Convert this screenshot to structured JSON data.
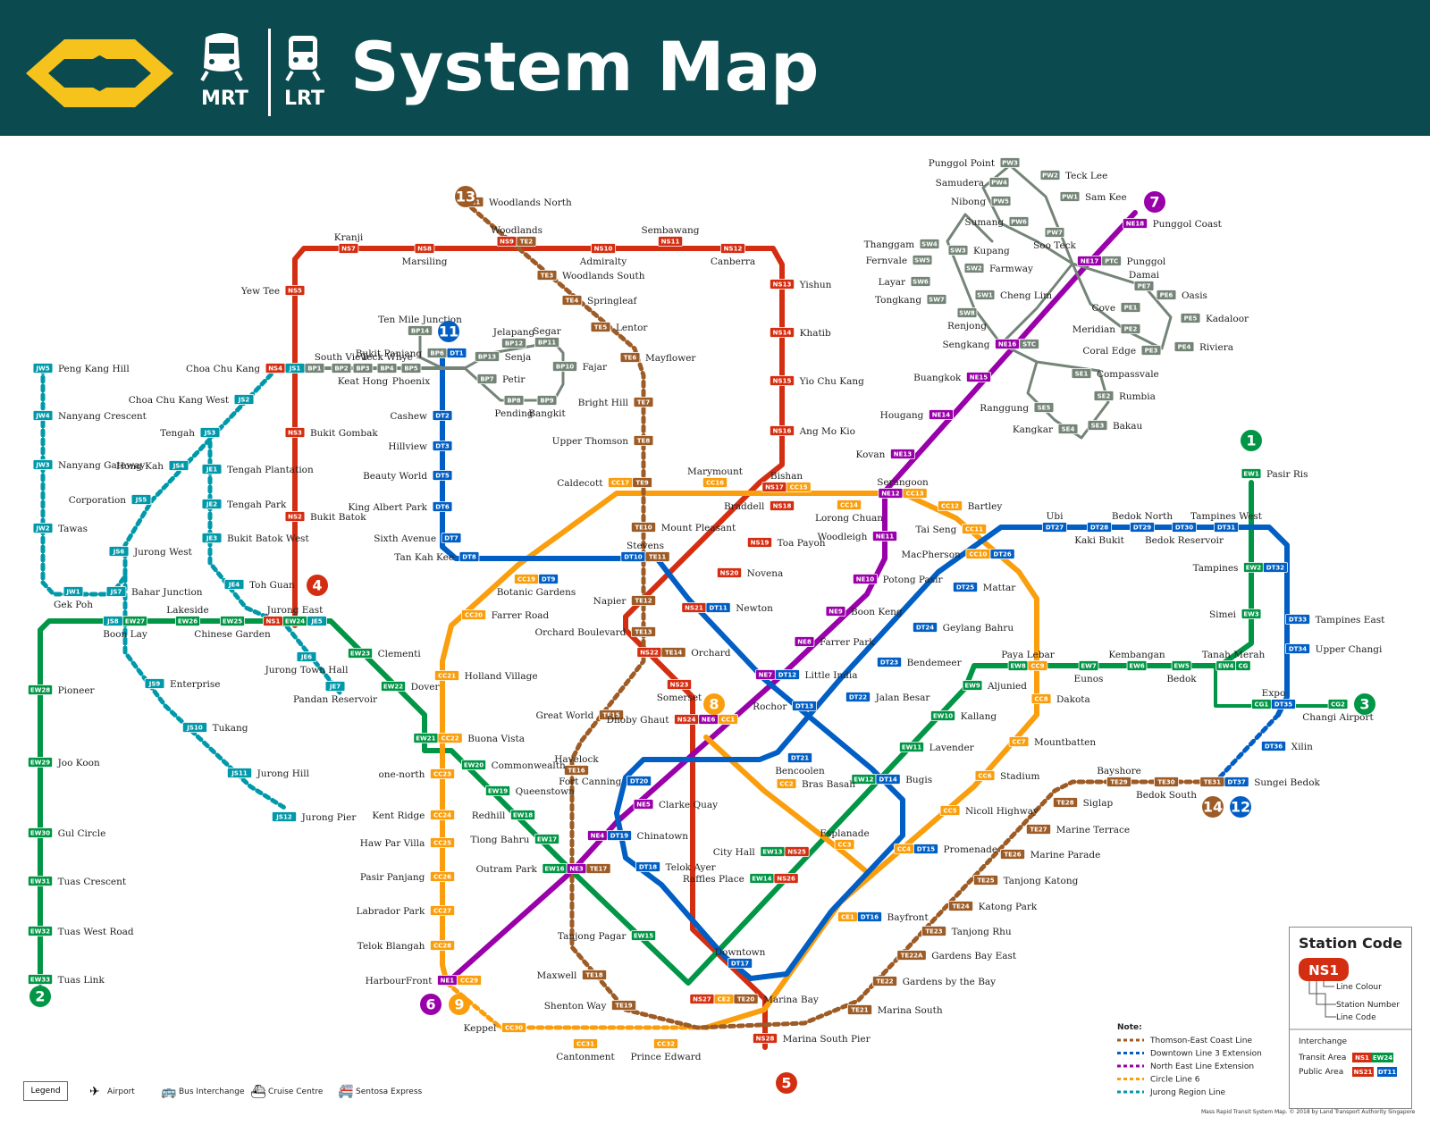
{
  "header": {
    "title": "System Map",
    "mode_mrt": "MRT",
    "mode_lrt": "LRT"
  },
  "colors": {
    "header_bg": "#0b4b4f",
    "ns": "#d42e12",
    "ew": "#009645",
    "ne": "#9900aa",
    "cc": "#fa9e0d",
    "dt": "#005ec4",
    "te": "#9d5b25",
    "jr": "#0099aa",
    "lrt": "#748477",
    "logo": "#f6c31c"
  },
  "line_numbers": [
    "1",
    "2",
    "3",
    "4",
    "5",
    "6",
    "7",
    "8",
    "9",
    "11",
    "12",
    "13",
    "14"
  ],
  "stations": [
    {
      "name": "Woodlands North",
      "codes": [
        "TE1"
      ]
    },
    {
      "name": "Woodlands",
      "codes": [
        "NS9",
        "TE2"
      ]
    },
    {
      "name": "Sembawang",
      "codes": [
        "NS11"
      ]
    },
    {
      "name": "Admiralty",
      "codes": [
        "NS10"
      ]
    },
    {
      "name": "Canberra",
      "codes": [
        "NS12"
      ]
    },
    {
      "name": "Kranji",
      "codes": [
        "NS7"
      ]
    },
    {
      "name": "Marsiling",
      "codes": [
        "NS8"
      ]
    },
    {
      "name": "Yew Tee",
      "codes": [
        "NS5"
      ]
    },
    {
      "name": "Woodlands South",
      "codes": [
        "TE3"
      ]
    },
    {
      "name": "Springleaf",
      "codes": [
        "TE4"
      ]
    },
    {
      "name": "Lentor",
      "codes": [
        "TE5"
      ]
    },
    {
      "name": "Mayflower",
      "codes": [
        "TE6"
      ]
    },
    {
      "name": "Bright Hill",
      "codes": [
        "TE7"
      ]
    },
    {
      "name": "Upper Thomson",
      "codes": [
        "TE8"
      ]
    },
    {
      "name": "Yishun",
      "codes": [
        "NS13"
      ]
    },
    {
      "name": "Khatib",
      "codes": [
        "NS14"
      ]
    },
    {
      "name": "Yio Chu Kang",
      "codes": [
        "NS15"
      ]
    },
    {
      "name": "Ang Mo Kio",
      "codes": [
        "NS16"
      ]
    },
    {
      "name": "Bishan",
      "codes": [
        "NS17",
        "CC15"
      ]
    },
    {
      "name": "Braddell",
      "codes": [
        "NS18"
      ]
    },
    {
      "name": "Toa Payoh",
      "codes": [
        "NS19"
      ]
    },
    {
      "name": "Novena",
      "codes": [
        "NS20"
      ]
    },
    {
      "name": "Newton",
      "codes": [
        "NS21",
        "DT11"
      ]
    },
    {
      "name": "Orchard",
      "codes": [
        "NS22",
        "TE14"
      ]
    },
    {
      "name": "Somerset",
      "codes": [
        "NS23"
      ]
    },
    {
      "name": "Dhoby Ghaut",
      "codes": [
        "NS24",
        "NE6",
        "CC1"
      ]
    },
    {
      "name": "City Hall",
      "codes": [
        "EW13",
        "NS25"
      ]
    },
    {
      "name": "Raffles Place",
      "codes": [
        "EW14",
        "NS26"
      ]
    },
    {
      "name": "Marina Bay",
      "codes": [
        "NS27",
        "CE2",
        "TE20"
      ]
    },
    {
      "name": "Marina South Pier",
      "codes": [
        "NS28"
      ]
    },
    {
      "name": "Jurong East",
      "codes": [
        "NS1",
        "EW24",
        "JE5"
      ]
    },
    {
      "name": "Bukit Batok",
      "codes": [
        "NS2"
      ]
    },
    {
      "name": "Bukit Gombak",
      "codes": [
        "NS3"
      ]
    },
    {
      "name": "Choa Chu Kang",
      "codes": [
        "NS4",
        "JS1",
        "BP1"
      ]
    },
    {
      "name": "Peng Kang Hill",
      "codes": [
        "JW5"
      ]
    },
    {
      "name": "Nanyang Crescent",
      "codes": [
        "JW4"
      ]
    },
    {
      "name": "Nanyang Gateway",
      "codes": [
        "JW3"
      ]
    },
    {
      "name": "Tawas",
      "codes": [
        "JW2"
      ]
    },
    {
      "name": "Gek Poh",
      "codes": [
        "JW1"
      ]
    },
    {
      "name": "Choa Chu Kang West",
      "codes": [
        "JS2"
      ]
    },
    {
      "name": "Tengah",
      "codes": [
        "JS3"
      ]
    },
    {
      "name": "Hong Kah",
      "codes": [
        "JS4"
      ]
    },
    {
      "name": "Corporation",
      "codes": [
        "JS5"
      ]
    },
    {
      "name": "Jurong West",
      "codes": [
        "JS6"
      ]
    },
    {
      "name": "Bahar Junction",
      "codes": [
        "JS7"
      ]
    },
    {
      "name": "Boon Lay",
      "codes": [
        "JS8",
        "EW27"
      ]
    },
    {
      "name": "Enterprise",
      "codes": [
        "JS9"
      ]
    },
    {
      "name": "Tukang",
      "codes": [
        "JS10"
      ]
    },
    {
      "name": "Jurong Hill",
      "codes": [
        "JS11"
      ]
    },
    {
      "name": "Jurong Pier",
      "codes": [
        "JS12"
      ]
    },
    {
      "name": "Tengah Plantation",
      "codes": [
        "JE1"
      ]
    },
    {
      "name": "Tengah Park",
      "codes": [
        "JE2"
      ]
    },
    {
      "name": "Bukit Batok West",
      "codes": [
        "JE3"
      ]
    },
    {
      "name": "Toh Guan",
      "codes": [
        "JE4"
      ]
    },
    {
      "name": "Jurong Town Hall",
      "codes": [
        "JE6"
      ]
    },
    {
      "name": "Pandan Reservoir",
      "codes": [
        "JE7"
      ]
    },
    {
      "name": "Lakeside",
      "codes": [
        "EW26"
      ]
    },
    {
      "name": "Chinese Garden",
      "codes": [
        "EW25"
      ]
    },
    {
      "name": "Pioneer",
      "codes": [
        "EW28"
      ]
    },
    {
      "name": "Joo Koon",
      "codes": [
        "EW29"
      ]
    },
    {
      "name": "Gul Circle",
      "codes": [
        "EW30"
      ]
    },
    {
      "name": "Tuas Crescent",
      "codes": [
        "EW31"
      ]
    },
    {
      "name": "Tuas West Road",
      "codes": [
        "EW32"
      ]
    },
    {
      "name": "Tuas Link",
      "codes": [
        "EW33"
      ]
    },
    {
      "name": "Clementi",
      "codes": [
        "EW23"
      ]
    },
    {
      "name": "Dover",
      "codes": [
        "EW22"
      ]
    },
    {
      "name": "Buona Vista",
      "codes": [
        "EW21",
        "CC22"
      ]
    },
    {
      "name": "Commonwealth",
      "codes": [
        "EW20"
      ]
    },
    {
      "name": "Queenstown",
      "codes": [
        "EW19"
      ]
    },
    {
      "name": "Redhill",
      "codes": [
        "EW18"
      ]
    },
    {
      "name": "Tiong Bahru",
      "codes": [
        "EW17"
      ]
    },
    {
      "name": "Outram Park",
      "codes": [
        "EW16",
        "NE3",
        "TE17"
      ]
    },
    {
      "name": "Tanjong Pagar",
      "codes": [
        "EW15"
      ]
    },
    {
      "name": "Bugis",
      "codes": [
        "EW12",
        "DT14"
      ]
    },
    {
      "name": "Lavender",
      "codes": [
        "EW11"
      ]
    },
    {
      "name": "Kallang",
      "codes": [
        "EW10"
      ]
    },
    {
      "name": "Aljunied",
      "codes": [
        "EW9"
      ]
    },
    {
      "name": "Paya Lebar",
      "codes": [
        "EW8",
        "CC9"
      ]
    },
    {
      "name": "Eunos",
      "codes": [
        "EW7"
      ]
    },
    {
      "name": "Kembangan",
      "codes": [
        "EW6"
      ]
    },
    {
      "name": "Bedok",
      "codes": [
        "EW5"
      ]
    },
    {
      "name": "Tanah Merah",
      "codes": [
        "EW4",
        "CG"
      ]
    },
    {
      "name": "Simei",
      "codes": [
        "EW3"
      ]
    },
    {
      "name": "Tampines",
      "codes": [
        "EW2",
        "DT32"
      ]
    },
    {
      "name": "Pasir Ris",
      "codes": [
        "EW1"
      ]
    },
    {
      "name": "Expo",
      "codes": [
        "CG1",
        "DT35"
      ]
    },
    {
      "name": "Changi Airport",
      "codes": [
        "CG2"
      ]
    },
    {
      "name": "HarbourFront",
      "codes": [
        "NE1",
        "CC29"
      ]
    },
    {
      "name": "Chinatown",
      "codes": [
        "NE4",
        "DT19"
      ]
    },
    {
      "name": "Clarke Quay",
      "codes": [
        "NE5"
      ]
    },
    {
      "name": "Little India",
      "codes": [
        "NE7",
        "DT12"
      ]
    },
    {
      "name": "Farrer Park",
      "codes": [
        "NE8"
      ]
    },
    {
      "name": "Boon Keng",
      "codes": [
        "NE9"
      ]
    },
    {
      "name": "Potong Pasir",
      "codes": [
        "NE10"
      ]
    },
    {
      "name": "Woodleigh",
      "codes": [
        "NE11"
      ]
    },
    {
      "name": "Serangoon",
      "codes": [
        "NE12",
        "CC13"
      ]
    },
    {
      "name": "Kovan",
      "codes": [
        "NE13"
      ]
    },
    {
      "name": "Hougang",
      "codes": [
        "NE14"
      ]
    },
    {
      "name": "Buangkok",
      "codes": [
        "NE15"
      ]
    },
    {
      "name": "Sengkang",
      "codes": [
        "NE16",
        "STC"
      ]
    },
    {
      "name": "Punggol",
      "codes": [
        "NE17",
        "PTC"
      ]
    },
    {
      "name": "Punggol Coast",
      "codes": [
        "NE18"
      ]
    },
    {
      "name": "Stadium",
      "codes": [
        "CC6"
      ]
    },
    {
      "name": "Nicoll Highway",
      "codes": [
        "CC5"
      ]
    },
    {
      "name": "Promenade",
      "codes": [
        "CC4",
        "DT15"
      ]
    },
    {
      "name": "Esplanade",
      "codes": [
        "CC3"
      ]
    },
    {
      "name": "Bras Basah",
      "codes": [
        "CC2"
      ]
    },
    {
      "name": "Mountbatten",
      "codes": [
        "CC7"
      ]
    },
    {
      "name": "Dakota",
      "codes": [
        "CC8"
      ]
    },
    {
      "name": "MacPherson",
      "codes": [
        "CC10",
        "DT26"
      ]
    },
    {
      "name": "Tai Seng",
      "codes": [
        "CC11"
      ]
    },
    {
      "name": "Bartley",
      "codes": [
        "CC12"
      ]
    },
    {
      "name": "Lorong Chuan",
      "codes": [
        "CC14"
      ]
    },
    {
      "name": "Marymount",
      "codes": [
        "CC16"
      ]
    },
    {
      "name": "Caldecott",
      "codes": [
        "CC17",
        "TE9"
      ]
    },
    {
      "name": "Botanic Gardens",
      "codes": [
        "CC19",
        "DT9"
      ]
    },
    {
      "name": "Farrer Road",
      "codes": [
        "CC20"
      ]
    },
    {
      "name": "Holland Village",
      "codes": [
        "CC21"
      ]
    },
    {
      "name": "one-north",
      "codes": [
        "CC23"
      ]
    },
    {
      "name": "Kent Ridge",
      "codes": [
        "CC24"
      ]
    },
    {
      "name": "Haw Par Villa",
      "codes": [
        "CC25"
      ]
    },
    {
      "name": "Pasir Panjang",
      "codes": [
        "CC26"
      ]
    },
    {
      "name": "Labrador Park",
      "codes": [
        "CC27"
      ]
    },
    {
      "name": "Telok Blangah",
      "codes": [
        "CC28"
      ]
    },
    {
      "name": "Bayfront",
      "codes": [
        "CE1",
        "DT16"
      ]
    },
    {
      "name": "Keppel",
      "codes": [
        "CC30"
      ]
    },
    {
      "name": "Cantonment",
      "codes": [
        "CC31"
      ]
    },
    {
      "name": "Prince Edward",
      "codes": [
        "CC32"
      ]
    },
    {
      "name": "Bukit Panjang",
      "codes": [
        "BP6",
        "DT1"
      ]
    },
    {
      "name": "Cashew",
      "codes": [
        "DT2"
      ]
    },
    {
      "name": "Hillview",
      "codes": [
        "DT3"
      ]
    },
    {
      "name": "Beauty World",
      "codes": [
        "DT5"
      ]
    },
    {
      "name": "King Albert Park",
      "codes": [
        "DT6"
      ]
    },
    {
      "name": "Sixth Avenue",
      "codes": [
        "DT7"
      ]
    },
    {
      "name": "Tan Kah Kee",
      "codes": [
        "DT8"
      ]
    },
    {
      "name": "Stevens",
      "codes": [
        "DT10",
        "TE11"
      ]
    },
    {
      "name": "Rochor",
      "codes": [
        "DT13"
      ]
    },
    {
      "name": "Downtown",
      "codes": [
        "DT17"
      ]
    },
    {
      "name": "Telok Ayer",
      "codes": [
        "DT18"
      ]
    },
    {
      "name": "Fort Canning",
      "codes": [
        "DT20"
      ]
    },
    {
      "name": "Bencoolen",
      "codes": [
        "DT21"
      ]
    },
    {
      "name": "Jalan Besar",
      "codes": [
        "DT22"
      ]
    },
    {
      "name": "Bendemeer",
      "codes": [
        "DT23"
      ]
    },
    {
      "name": "Geylang Bahru",
      "codes": [
        "DT24"
      ]
    },
    {
      "name": "Mattar",
      "codes": [
        "DT25"
      ]
    },
    {
      "name": "Ubi",
      "codes": [
        "DT27"
      ]
    },
    {
      "name": "Kaki Bukit",
      "codes": [
        "DT28"
      ]
    },
    {
      "name": "Bedok North",
      "codes": [
        "DT29"
      ]
    },
    {
      "name": "Bedok Reservoir",
      "codes": [
        "DT30"
      ]
    },
    {
      "name": "Tampines West",
      "codes": [
        "DT31"
      ]
    },
    {
      "name": "Tampines East",
      "codes": [
        "DT33"
      ]
    },
    {
      "name": "Upper Changi",
      "codes": [
        "DT34"
      ]
    },
    {
      "name": "Xilin",
      "codes": [
        "DT36"
      ]
    },
    {
      "name": "Sungei Bedok",
      "codes": [
        "TE31",
        "DT37"
      ]
    },
    {
      "name": "Mount Pleasant",
      "codes": [
        "TE10"
      ]
    },
    {
      "name": "Napier",
      "codes": [
        "TE12"
      ]
    },
    {
      "name": "Orchard Boulevard",
      "codes": [
        "TE13"
      ]
    },
    {
      "name": "Great World",
      "codes": [
        "TE15"
      ]
    },
    {
      "name": "Havelock",
      "codes": [
        "TE16"
      ]
    },
    {
      "name": "Maxwell",
      "codes": [
        "TE18"
      ]
    },
    {
      "name": "Shenton Way",
      "codes": [
        "TE19"
      ]
    },
    {
      "name": "Gardens by the Bay",
      "codes": [
        "TE22"
      ]
    },
    {
      "name": "Gardens Bay East",
      "codes": [
        "TE22A"
      ]
    },
    {
      "name": "Tanjong Rhu",
      "codes": [
        "TE23"
      ]
    },
    {
      "name": "Katong Park",
      "codes": [
        "TE24"
      ]
    },
    {
      "name": "Tanjong Katong",
      "codes": [
        "TE25"
      ]
    },
    {
      "name": "Marine Parade",
      "codes": [
        "TE26"
      ]
    },
    {
      "name": "Marine Terrace",
      "codes": [
        "TE27"
      ]
    },
    {
      "name": "Siglap",
      "codes": [
        "TE28"
      ]
    },
    {
      "name": "Bayshore",
      "codes": [
        "TE29"
      ]
    },
    {
      "name": "Bedok South",
      "codes": [
        "TE30"
      ]
    },
    {
      "name": "Marina South",
      "codes": [
        "TE21"
      ]
    },
    {
      "name": "South View",
      "codes": [
        "BP2"
      ]
    },
    {
      "name": "Keat Hong",
      "codes": [
        "BP3"
      ]
    },
    {
      "name": "Teck Whye",
      "codes": [
        "BP4"
      ]
    },
    {
      "name": "Phoenix",
      "codes": [
        "BP5"
      ]
    },
    {
      "name": "Ten Mile Junction",
      "codes": [
        "BP14"
      ]
    },
    {
      "name": "Senja",
      "codes": [
        "BP13"
      ]
    },
    {
      "name": "Jelapang",
      "codes": [
        "BP12"
      ]
    },
    {
      "name": "Segar",
      "codes": [
        "BP11"
      ]
    },
    {
      "name": "Fajar",
      "codes": [
        "BP10"
      ]
    },
    {
      "name": "Bangkit",
      "codes": [
        "BP9"
      ]
    },
    {
      "name": "Pending",
      "codes": [
        "BP8"
      ]
    },
    {
      "name": "Petir",
      "codes": [
        "BP7"
      ]
    },
    {
      "name": "Punggol Point",
      "codes": [
        "PW3"
      ]
    },
    {
      "name": "Samudera",
      "codes": [
        "PW4"
      ]
    },
    {
      "name": "Nibong",
      "codes": [
        "PW5"
      ]
    },
    {
      "name": "Sumang",
      "codes": [
        "PW6"
      ]
    },
    {
      "name": "Soo Teck",
      "codes": [
        "PW7"
      ]
    },
    {
      "name": "Teck Lee",
      "codes": [
        "PW2"
      ]
    },
    {
      "name": "Sam Kee",
      "codes": [
        "PW1"
      ]
    },
    {
      "name": "Damai",
      "codes": [
        "PE7"
      ]
    },
    {
      "name": "Oasis",
      "codes": [
        "PE6"
      ]
    },
    {
      "name": "Kadaloor",
      "codes": [
        "PE5"
      ]
    },
    {
      "name": "Riviera",
      "codes": [
        "PE4"
      ]
    },
    {
      "name": "Coral Edge",
      "codes": [
        "PE3"
      ]
    },
    {
      "name": "Meridian",
      "codes": [
        "PE2"
      ]
    },
    {
      "name": "Cove",
      "codes": [
        "PE1"
      ]
    },
    {
      "name": "Thanggam",
      "codes": [
        "SW4"
      ]
    },
    {
      "name": "Kupang",
      "codes": [
        "SW3"
      ]
    },
    {
      "name": "Fernvale",
      "codes": [
        "SW5"
      ]
    },
    {
      "name": "Farmway",
      "codes": [
        "SW2"
      ]
    },
    {
      "name": "Layar",
      "codes": [
        "SW6"
      ]
    },
    {
      "name": "Cheng Lim",
      "codes": [
        "SW1"
      ]
    },
    {
      "name": "Tongkang",
      "codes": [
        "SW7"
      ]
    },
    {
      "name": "Renjong",
      "codes": [
        "SW8"
      ]
    },
    {
      "name": "Compassvale",
      "codes": [
        "SE1"
      ]
    },
    {
      "name": "Rumbia",
      "codes": [
        "SE2"
      ]
    },
    {
      "name": "Bakau",
      "codes": [
        "SE3"
      ]
    },
    {
      "name": "Kangkar",
      "codes": [
        "SE4"
      ]
    },
    {
      "name": "Ranggung",
      "codes": [
        "SE5"
      ]
    }
  ],
  "notes": {
    "title": "Note:",
    "items": [
      {
        "label": "Thomson-East Coast Line",
        "color": "#9d5b25"
      },
      {
        "label": "Downtown Line 3 Extension",
        "color": "#005ec4"
      },
      {
        "label": "North East Line Extension",
        "color": "#9900aa"
      },
      {
        "label": "Circle Line 6",
        "color": "#fa9e0d"
      },
      {
        "label": "Jurong Region Line",
        "color": "#0099aa"
      }
    ]
  },
  "legend": {
    "title": "Legend",
    "items": [
      "Airport",
      "Bus Interchange",
      "Cruise Centre",
      "Sentosa Express"
    ]
  },
  "station_code_box": {
    "title": "Station Code",
    "sample_code": "NS1",
    "labels": [
      "Line Colour",
      "Station Number",
      "Line Code"
    ],
    "interchange_title": "Interchange",
    "transit_area_label": "Transit Area",
    "transit_codes": [
      "NS1",
      "EW24"
    ],
    "public_area_label": "Public Area",
    "public_codes": [
      "NS21",
      "DT11"
    ]
  },
  "copyright": "Mass Rapid Transit System Map. © 2018 by Land Transport Authority Singapore"
}
